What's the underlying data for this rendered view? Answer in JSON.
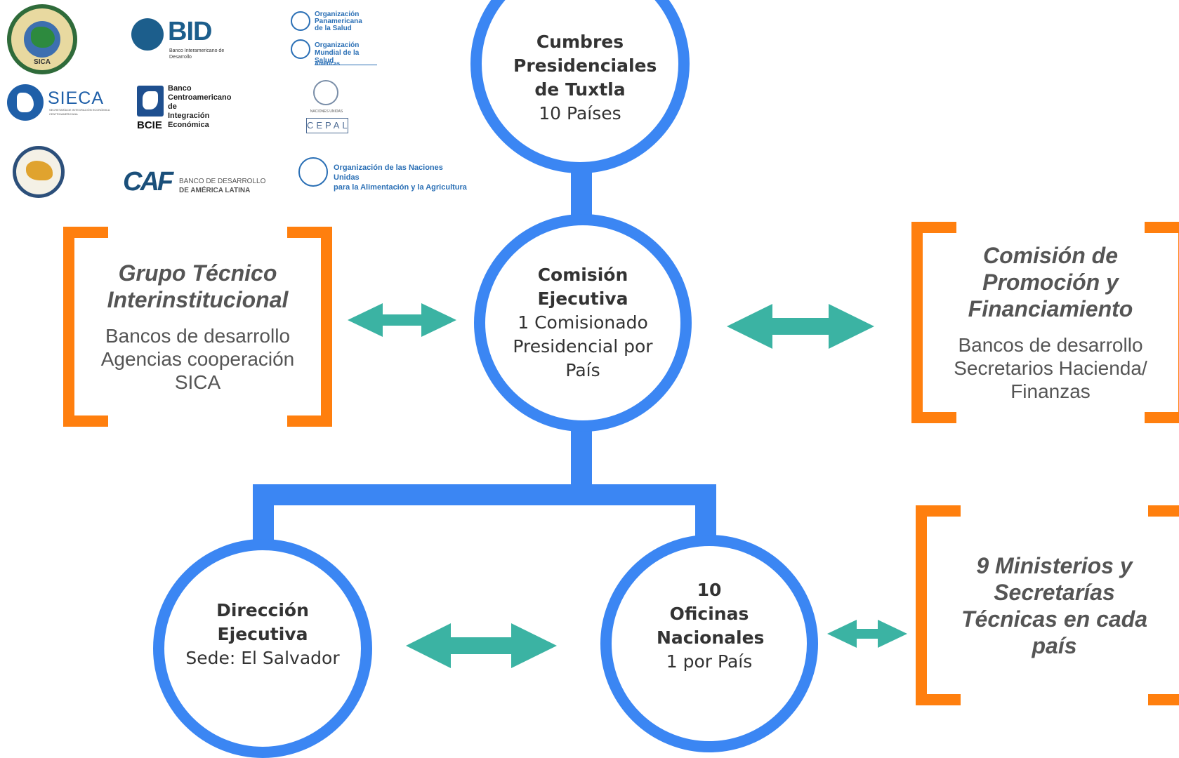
{
  "logos": {
    "sica": "SICA",
    "bid": {
      "name": "BID",
      "sub": "Banco Interamericano de Desarrollo"
    },
    "ops": {
      "l1": "Organización",
      "l2": "Panamericana",
      "l3": "de la Salud",
      "l4": "Organización",
      "l5": "Mundial de la Salud",
      "l6": "Américas"
    },
    "sieca": {
      "name": "SIECA",
      "sub": "SECRETARÍA DE INTEGRACIÓN ECONÓMICA CENTROAMERICANA"
    },
    "bcie": {
      "l1": "Banco",
      "l2": "Centroamericano de",
      "l3": "Integración",
      "l4": "Económica",
      "abbr": "BCIE"
    },
    "cepal": {
      "un": "NACIONES UNIDAS",
      "name": "CEPAL"
    },
    "caf": {
      "name": "CAF",
      "l1": "BANCO DE DESARROLLO",
      "l2": "DE AMÉRICA LATINA"
    },
    "fao": {
      "l1": "Organización de las Naciones Unidas",
      "l2": "para la Alimentación y la Agricultura"
    }
  },
  "nodes": {
    "cumbres": {
      "title": "Cumbres Presidenciales de Tuxtla",
      "sub": "10 Países"
    },
    "comision": {
      "title": "Comisión Ejecutiva",
      "sub": "1 Comisionado Presidencial por País"
    },
    "direccion": {
      "title": "Dirección Ejecutiva",
      "sub": "Sede: El Salvador"
    },
    "oficinas": {
      "title": "10 Oficinas Nacionales",
      "sub": "1 por País"
    }
  },
  "brackets": {
    "grupo": {
      "title": "Grupo Técnico Interinstitucional",
      "sub": "Bancos de desarrollo Agencias cooperación SICA"
    },
    "promocion": {
      "title": "Comisión de Promoción y Financiamiento",
      "sub": "Bancos de desarrollo Secretarios Hacienda/ Finanzas"
    },
    "ministerios": {
      "title": "9 Ministerios y Secretarías Técnicas en cada país"
    }
  },
  "colors": {
    "circle": "#3b86f3",
    "arrow": "#3bb3a3",
    "bracket": "#ff7f0e"
  }
}
